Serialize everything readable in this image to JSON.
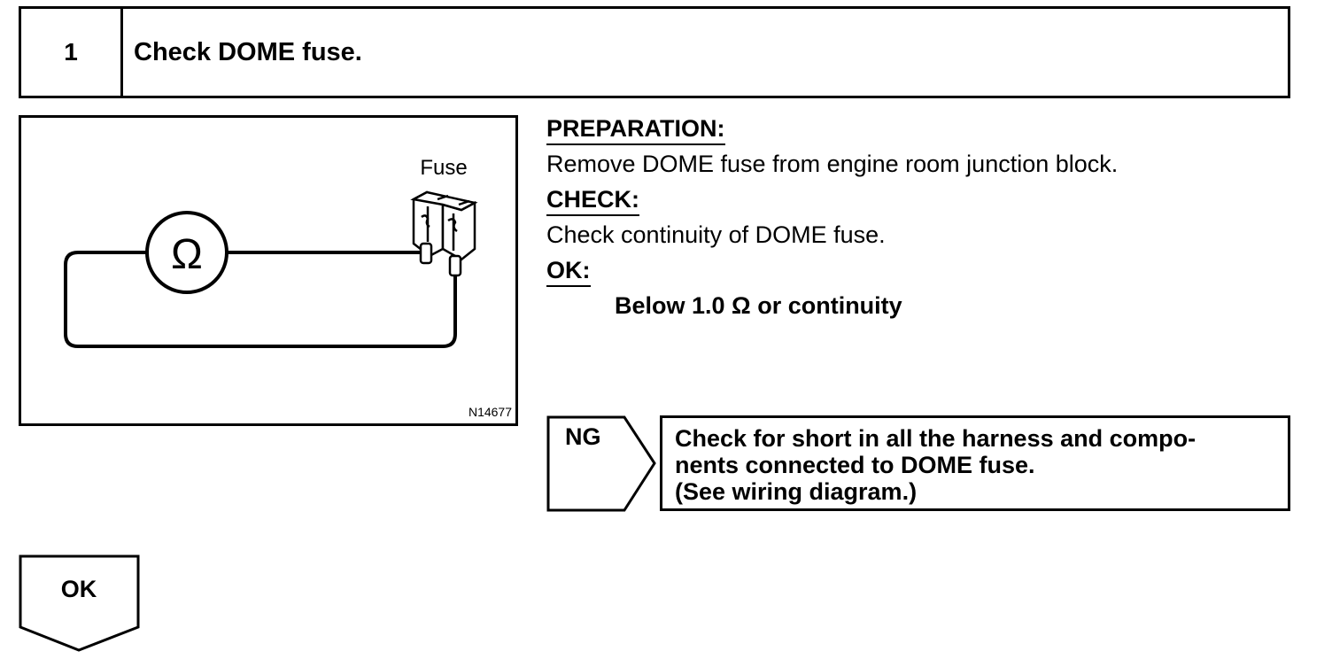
{
  "step": {
    "number": "1",
    "title": "Check DOME fuse."
  },
  "figure": {
    "meter_symbol": "Ω",
    "fuse_label": "Fuse",
    "code": "N14677"
  },
  "instructions": {
    "preparation_heading": "PREPARATION:",
    "preparation_text": "Remove DOME fuse from engine room junction block.",
    "check_heading": "CHECK:",
    "check_text": "Check continuity of DOME fuse.",
    "ok_heading": "OK:",
    "ok_spec": "Below 1.0 Ω or continuity"
  },
  "ng_branch": {
    "label": "NG",
    "lines": [
      "Check for short in all the harness and compo-",
      "nents connected to DOME fuse.",
      "(See wiring diagram.)"
    ]
  },
  "ok_branch": {
    "label": "OK"
  }
}
